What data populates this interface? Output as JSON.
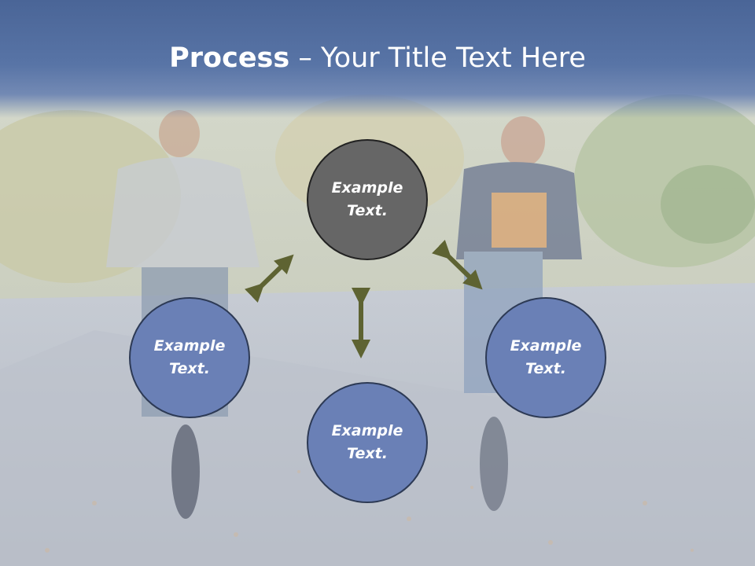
{
  "title": {
    "bold": "Process",
    "rest": " – Your Title Text Here"
  },
  "nodes": {
    "top": {
      "line1": "Example",
      "line2": "Text."
    },
    "left": {
      "line1": "Example",
      "line2": "Text."
    },
    "right": {
      "line1": "Example",
      "line2": "Text."
    },
    "bottom": {
      "line1": "Example",
      "line2": "Text."
    }
  },
  "colors": {
    "band": "#4a6597",
    "node_blue": "#6a80b6",
    "node_gray": "#666666",
    "arrow": "#5e6332"
  }
}
